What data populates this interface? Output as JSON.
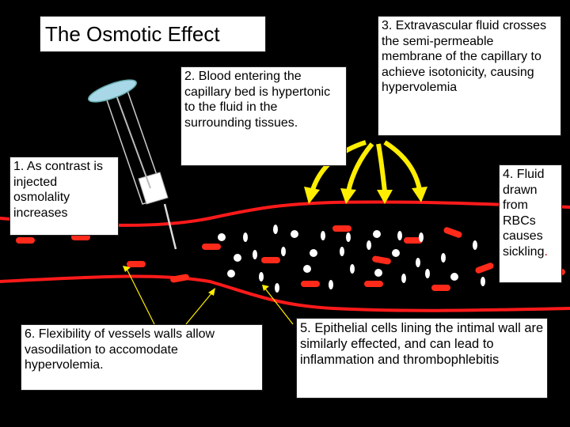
{
  "title": "The Osmotic Effect",
  "callouts": {
    "c1": "1. As contrast is injected osmolality increases",
    "c2": "2. Blood entering the capillary bed is hypertonic to the fluid in the surrounding tissues.",
    "c3": "3. Extravascular fluid crosses the semi-permeable membrane of the capillary to achieve isotonicity, causing hypervolemia",
    "c4": "4. Fluid drawn from RBCs causes sickling",
    "c4_period": ".",
    "c5": "5. Epithelial cells lining the intimal wall are similarly effected, and can lead to inflammation and thrombophlebitis",
    "c6": "6.   Flexibility of vessels walls allow vasodilation to accomodate hypervolemia."
  },
  "colors": {
    "background": "#000000",
    "vessel_wall": "#ff1a1a",
    "rbc": "#ff2a1a",
    "contrast_particle": "#ffffff",
    "arrows": "#ffee00",
    "syringe_plunger": "#a8d8e8"
  }
}
